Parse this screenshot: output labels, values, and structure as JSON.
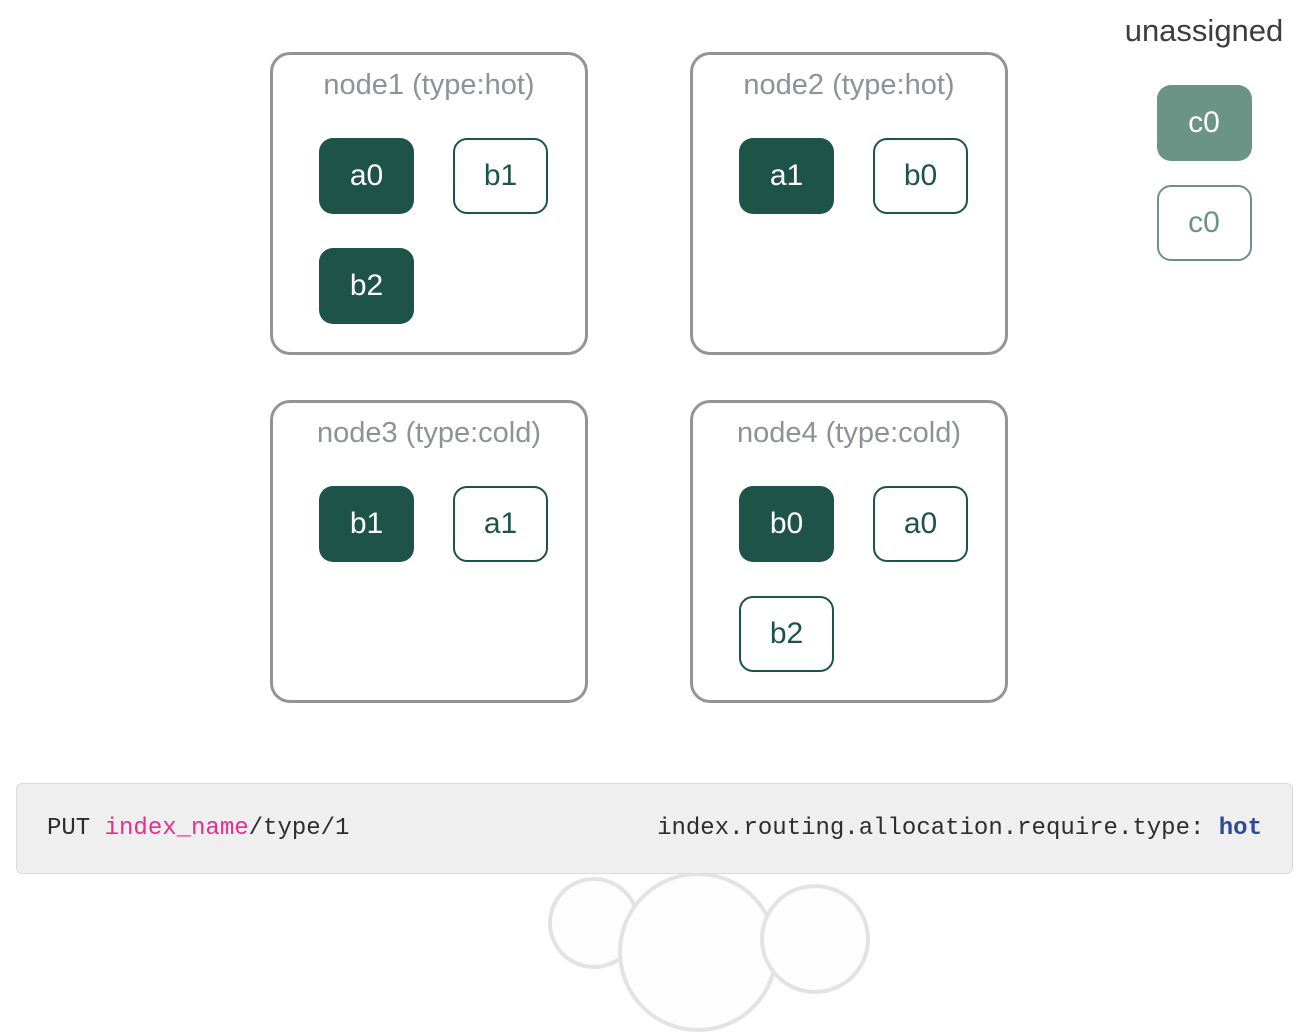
{
  "diagram": {
    "nodes": [
      {
        "title": "node1 (type:hot)",
        "shards": [
          {
            "label": "a0",
            "variant": "primary"
          },
          {
            "label": "b1",
            "variant": "replica"
          },
          {
            "label": "b2",
            "variant": "primary"
          }
        ]
      },
      {
        "title": "node2 (type:hot)",
        "shards": [
          {
            "label": "a1",
            "variant": "primary"
          },
          {
            "label": "b0",
            "variant": "replica"
          }
        ]
      },
      {
        "title": "node3 (type:cold)",
        "shards": [
          {
            "label": "b1",
            "variant": "primary"
          },
          {
            "label": "a1",
            "variant": "replica"
          }
        ]
      },
      {
        "title": "node4 (type:cold)",
        "shards": [
          {
            "label": "b0",
            "variant": "primary"
          },
          {
            "label": "a0",
            "variant": "replica"
          },
          {
            "label": "b2",
            "variant": "replica"
          }
        ]
      }
    ],
    "unassigned": {
      "title": "unassigned",
      "shards": [
        {
          "label": "c0",
          "variant": "unassigned-primary"
        },
        {
          "label": "c0",
          "variant": "unassigned-replica"
        }
      ]
    }
  },
  "code_bar": {
    "left": {
      "method": "PUT ",
      "highlight": "index_name",
      "rest": "/type/1"
    },
    "right": {
      "prefix": "index.routing.allocation.require.type: ",
      "value": "hot"
    }
  },
  "colors": {
    "primary_shard": "#1d5348",
    "unassigned_shard": "#6b9486",
    "node_border": "#949494",
    "node_title": "#8e9298",
    "code_background": "#efefef",
    "code_highlight_pink": "#ea2e89",
    "code_value_blue": "#30489c"
  }
}
